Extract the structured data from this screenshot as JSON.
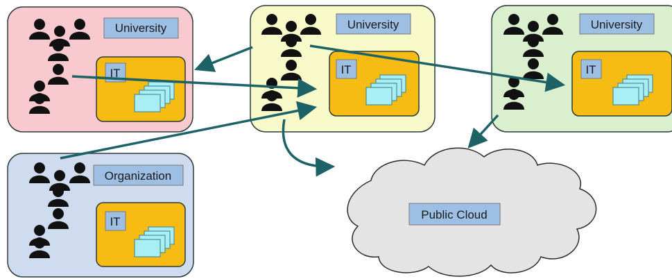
{
  "nodes": {
    "university_left": {
      "label": "University",
      "it_label": "IT",
      "fill": "#f8c9cf"
    },
    "university_center": {
      "label": "University",
      "it_label": "IT",
      "fill": "#f8fbc9"
    },
    "university_right": {
      "label": "University",
      "it_label": "IT",
      "fill": "#d9efcd"
    },
    "organization": {
      "label": "Organization",
      "it_label": "IT",
      "fill": "#cfdcef"
    },
    "public_cloud": {
      "label": "Public Cloud",
      "fill": "#e4e4e4"
    }
  },
  "colors": {
    "label_box": "#9dbfe3",
    "it_box": "#f6bc14",
    "server_cards": "#a8eef4",
    "arrows": "#1d6266",
    "people_icons": "#111111",
    "box_border": "#2b3a3a"
  },
  "icons": [
    "person-icon",
    "server-stack-icon",
    "cloud-shape-icon",
    "arrow-icon"
  ]
}
